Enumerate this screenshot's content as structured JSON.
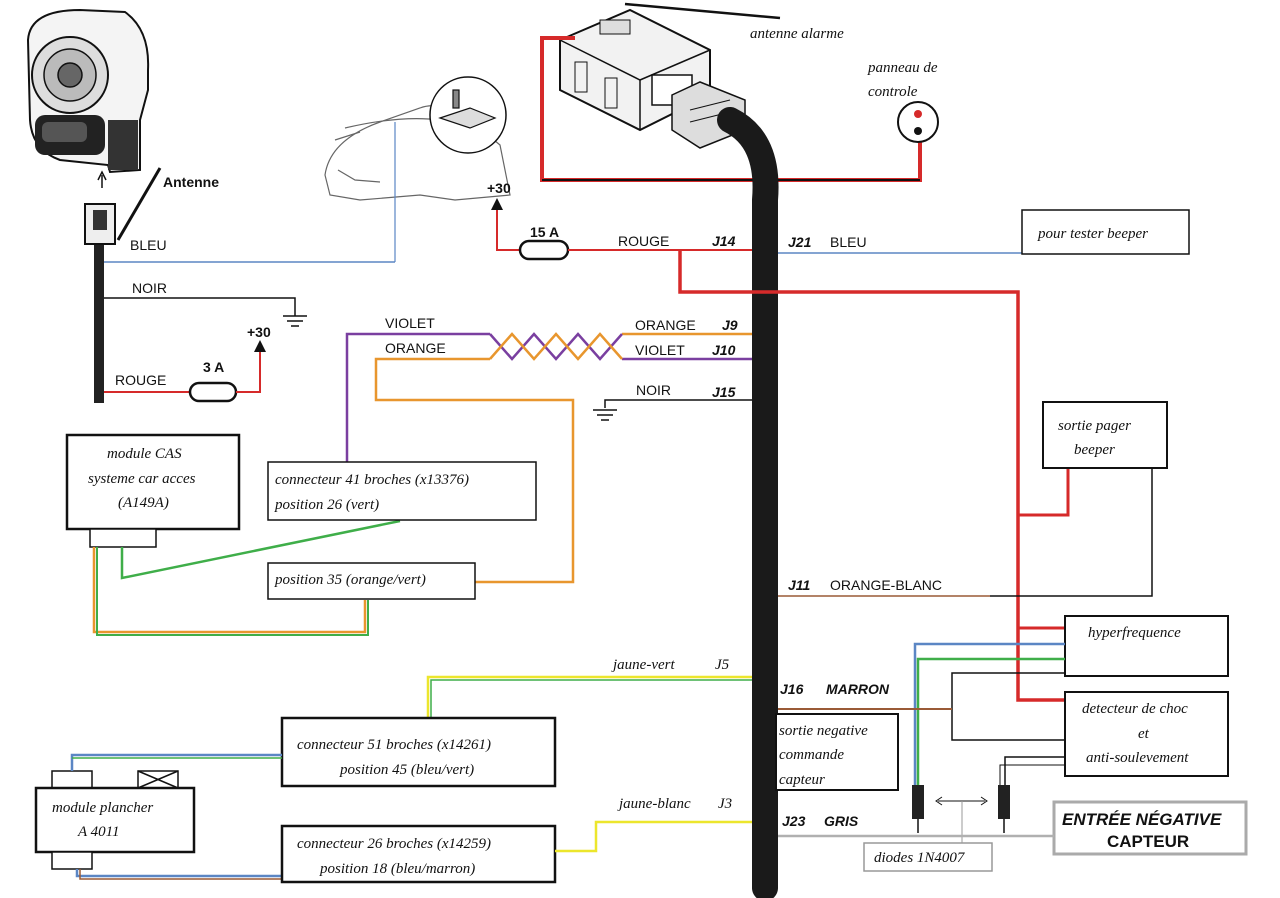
{
  "components": {
    "antenne_alarme": "antenne alarme",
    "panneau_line1": "panneau de",
    "panneau_line2": "controle",
    "antenne": "Antenne",
    "plus30_a": "+30",
    "plus30_b": "+30",
    "fuse_15": "15 A",
    "fuse_3": "3 A"
  },
  "wires": {
    "bleu_left": "BLEU",
    "noir_left": "NOIR",
    "rouge_left": "ROUGE",
    "violet_left": "VIOLET",
    "orange_left": "ORANGE",
    "rouge_top": "ROUGE",
    "bleu_right": "BLEU",
    "orange_j9": "ORANGE",
    "violet_j10": "VIOLET",
    "noir_j15": "NOIR",
    "orange_blanc": "ORANGE-BLANC",
    "jaune_vert": "jaune-vert",
    "marron": "MARRON",
    "jaune_blanc": "jaune-blanc",
    "gris": "GRIS"
  },
  "pins": {
    "j14": "J14",
    "j21": "J21",
    "j9": "J9",
    "j10": "J10",
    "j15": "J15",
    "j11": "J11",
    "j5": "J5",
    "j16": "J16",
    "j3": "J3",
    "j23": "J23"
  },
  "boxes": {
    "tester": "pour tester beeper",
    "pager_1": "sortie pager",
    "pager_2": "beeper",
    "cas_1": "module CAS",
    "cas_2": "systeme car acces",
    "cas_3": "(A149A)",
    "conn41_1": "connecteur 41 broches (x13376)",
    "conn41_2": "position 26 (vert)",
    "pos35": "position 35 (orange/vert)",
    "hyper": "hyperfrequence",
    "choc_1": "detecteur de choc",
    "choc_2": "et",
    "choc_3": "anti-soulevement",
    "sortneg_1": "sortie negative",
    "sortneg_2": "commande",
    "sortneg_3": "capteur",
    "conn51_1": "connecteur 51 broches (x14261)",
    "conn51_2": "position 45 (bleu/vert)",
    "plancher_1": "module plancher",
    "plancher_2": "A 4011",
    "conn26_1": "connecteur 26 broches (x14259)",
    "conn26_2": "position 18 (bleu/marron)",
    "diodes": "diodes 1N4007",
    "entree_1": "ENTRÉE NÉGATIVE",
    "entree_2": "CAPTEUR"
  },
  "colors": {
    "red": "#d62a2a",
    "blue": "#5b86c4",
    "violet": "#7a3fa0",
    "orange": "#e8962e",
    "green": "#3fae49",
    "yellow": "#ece62c",
    "brown": "#9a5a36",
    "gray": "#b0b0b0",
    "harness": "#1a1a1a"
  }
}
